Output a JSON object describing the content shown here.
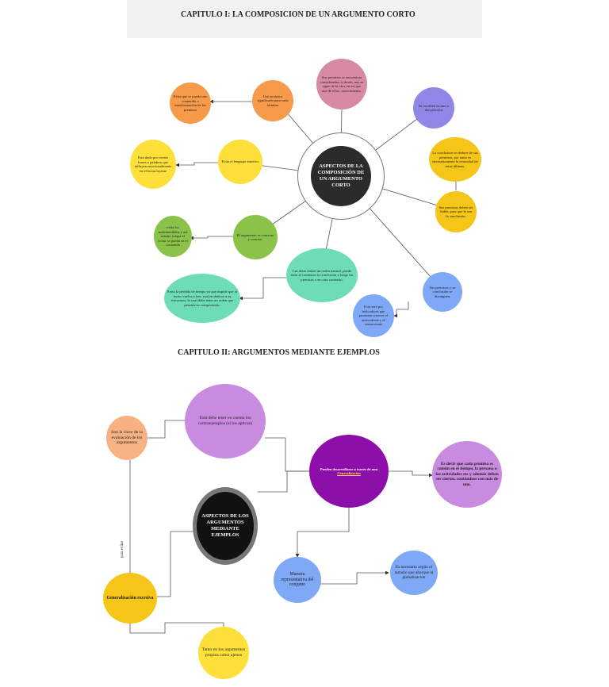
{
  "chapter1": {
    "title": "CAPITULO I: LA COMPOSICION DE UN  ARGUMENTO CORTO",
    "center": "ASPECTOS DE LA COMPOSICIÓN DE UN ARGUMENTO CORTO",
    "nodes": {
      "pink": "Sus premisas se encuentran consideradas; si desde, una se sigue de la otra, en así que una de ellas, conocimiento.",
      "orange": "Use un único significado para cada término",
      "orange_detail": "Evita que se pueda uno contenido o transformación de las premisas",
      "yellow_lang": "Evita el lenguaje emotivo",
      "yellow_detail": "Está dado por ciertas frases o palabras que influyen emocionalmente en el lector/oyente",
      "green": "El argumento es concreto y conciso.",
      "green_detail": "evita los malentendidos y así mismo acepta el lector se pueda en el contenido",
      "mint": "Las ideas tienen un orden natural, puede estar al comienzo la conclusión y luego las premisas o en caso contrario.",
      "mint_detail": "Evita la pérdida de tiempo ya que impide que al lector vuelva a leer, está en defecto a su estructura, lo cual debe tener un orden que permita su comprensión.",
      "purple": "Se escriben en uno o dos párrafos",
      "gold_conclusion": "La conclusión se deduce de sus premisas, por tanto es necesariamente la veracidad de estas últimas.",
      "gold_premises": "Sus premisas deben ser fiable, para que lo sea la conclusión.",
      "blue": "Sus premisas y su conclusión se distinguen.",
      "blue_detail": "Esto será por indicadores que permiten conocer el antecedente y el consecuente"
    }
  },
  "chapter2": {
    "title": "CAPITULO II:  ARGUMENTOS MEDIANTE EJEMPLOS",
    "center": "ASPECTOS DE LOS ARGUMENTOS MEDIANTE EJEMPLOS",
    "nodes": {
      "lilac_top": "Está debe tener en cuenta los contraejemplos (si los aplican)",
      "purple_main_pre": "Pueden desarrollarse a través de una",
      "purple_main_highlight": "Generalización",
      "lilac_right": "Es decir que cada premisa es común en el tiempo, la persona o las actividades etc y además deben ser ciertas, contándose con más de uno.",
      "peach": "Son la clave de la evaluación de los argumentos",
      "yellow_general": "Generalización excesiva",
      "yellow_detail": "Tanto en los argumentos propios como ajenos",
      "blue_sample": "Muestra representativa del conjunto",
      "blue_size": "Es necesario según el tamaño que abarque la globalización",
      "side_label": "para evitar"
    }
  },
  "colors": {
    "center": "#2b2b2b",
    "pink": "#d98aa3",
    "orange": "#f79a4a",
    "yellow": "#fde03a",
    "gold": "#f5c518",
    "green": "#8bc34a",
    "mint": "#6fdcb8",
    "purple": "#8f86e6",
    "blue": "#7fa8f7",
    "lilac": "#c98be0",
    "violet": "#8b0fa8",
    "peach": "#f7b183"
  }
}
